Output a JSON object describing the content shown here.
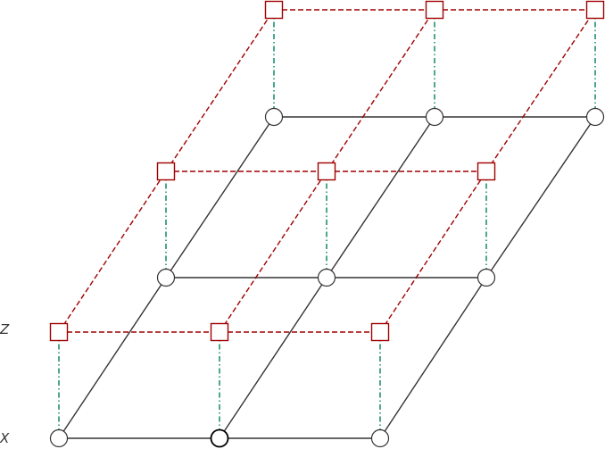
{
  "labels": {
    "z": "Z",
    "x": "X"
  },
  "colors": {
    "grid_line": "#333333",
    "node_stroke": "#333333",
    "node_fill": "#ffffff",
    "square_stroke": "#a00000",
    "square_link": "#a00000",
    "vertical_link": "#008060"
  },
  "grid": {
    "rows": 3,
    "cols": 3,
    "highlighted_node": [
      0,
      1
    ]
  }
}
